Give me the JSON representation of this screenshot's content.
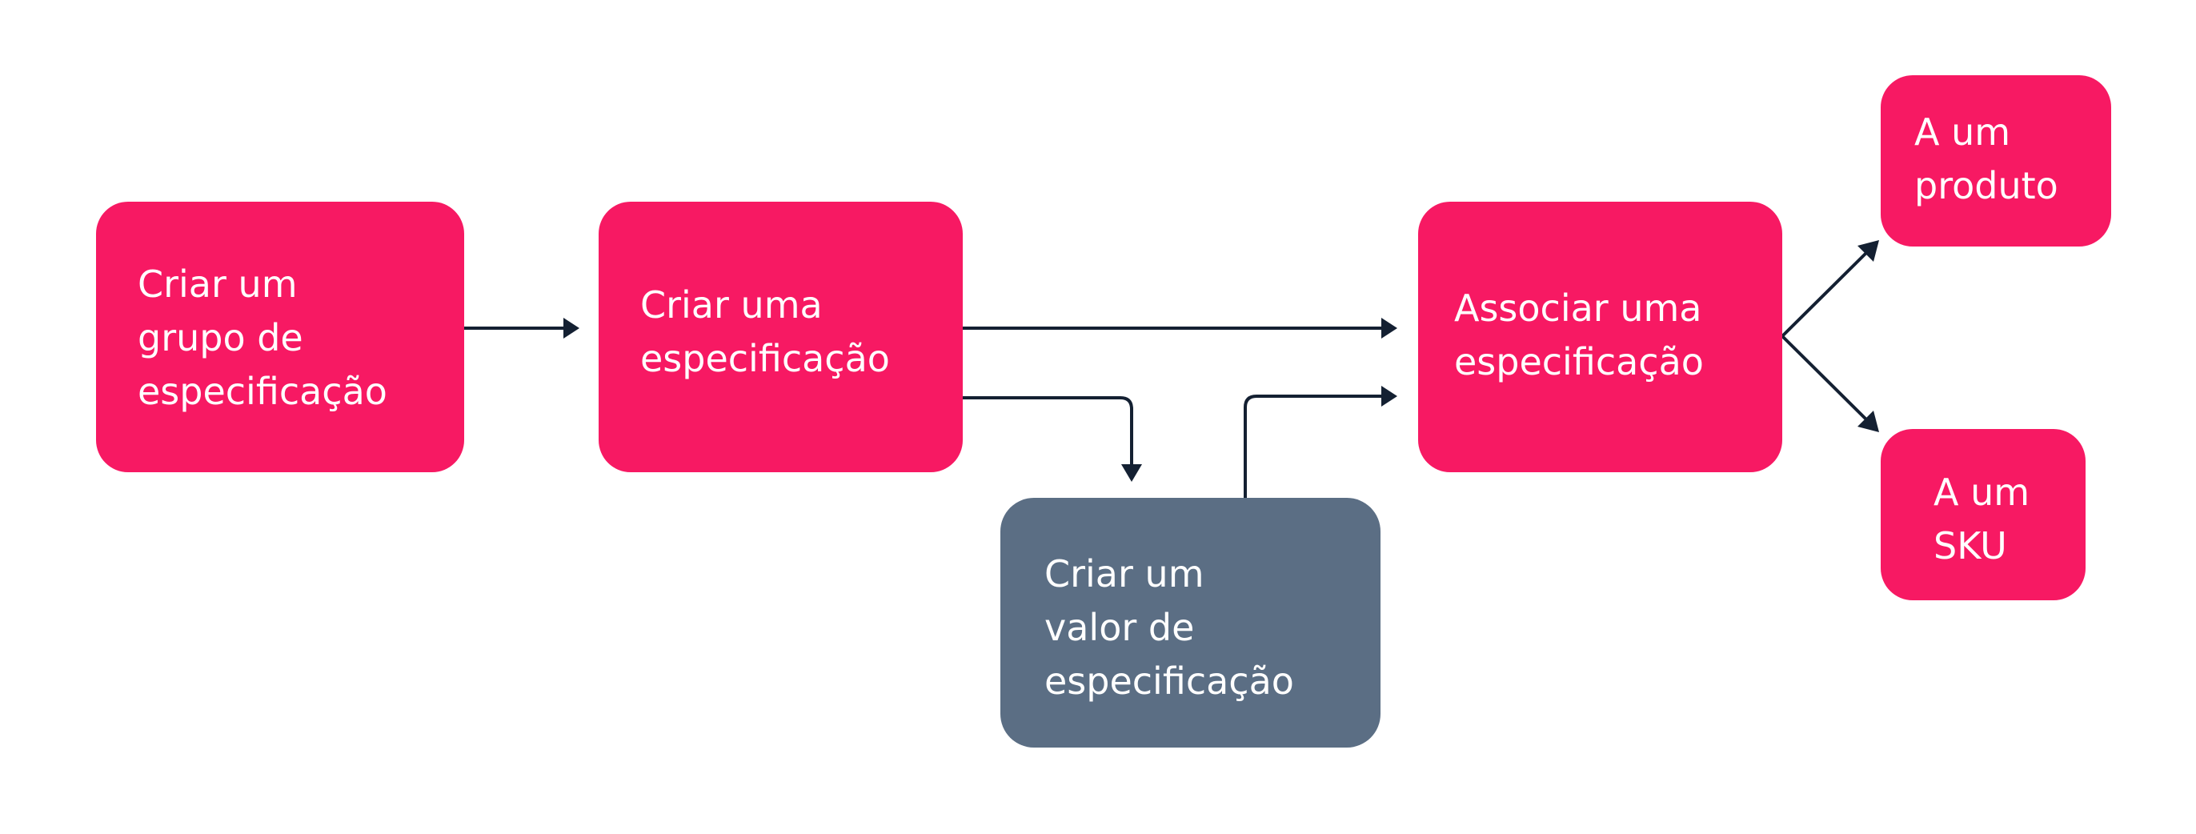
{
  "colors": {
    "primary": "#f71963",
    "secondary": "#5b6e84",
    "connector": "#142032",
    "text": "#ffffff"
  },
  "nodes": {
    "create_group": "Criar um\ngrupo de\nespecificação",
    "create_spec": "Criar uma\nespecificação",
    "create_value": "Criar um\nvalor de\nespecificação",
    "associate_spec": "Associar  uma\nespecificação",
    "to_product": "A um\nproduto",
    "to_sku": "A um\nSKU"
  }
}
